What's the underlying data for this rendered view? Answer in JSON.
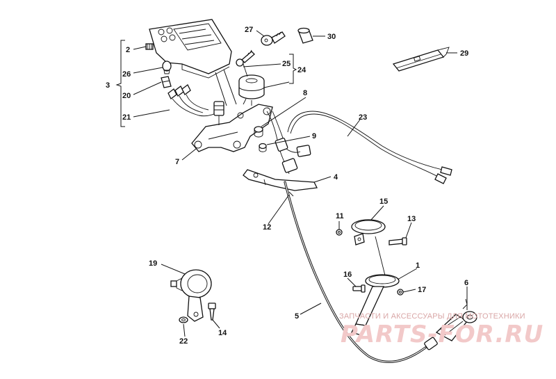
{
  "callouts": [
    "1",
    "2",
    "3",
    "4",
    "5",
    "6",
    "7",
    "8",
    "9",
    "11",
    "12",
    "13",
    "14",
    "15",
    "16",
    "17",
    "19",
    "20",
    "21",
    "22",
    "23",
    "24",
    "25",
    "26",
    "27",
    "29",
    "30"
  ],
  "watermark": {
    "caption": "ЗАПЧАСТИ И АКСЕССУАРЫ ДЛЯ МОТОТЕХНИКИ",
    "brand": "PARTS-FOR.RU"
  },
  "colors": {
    "ink": "#111111",
    "watermark": "#f2c9c9",
    "background": "#ffffff"
  }
}
